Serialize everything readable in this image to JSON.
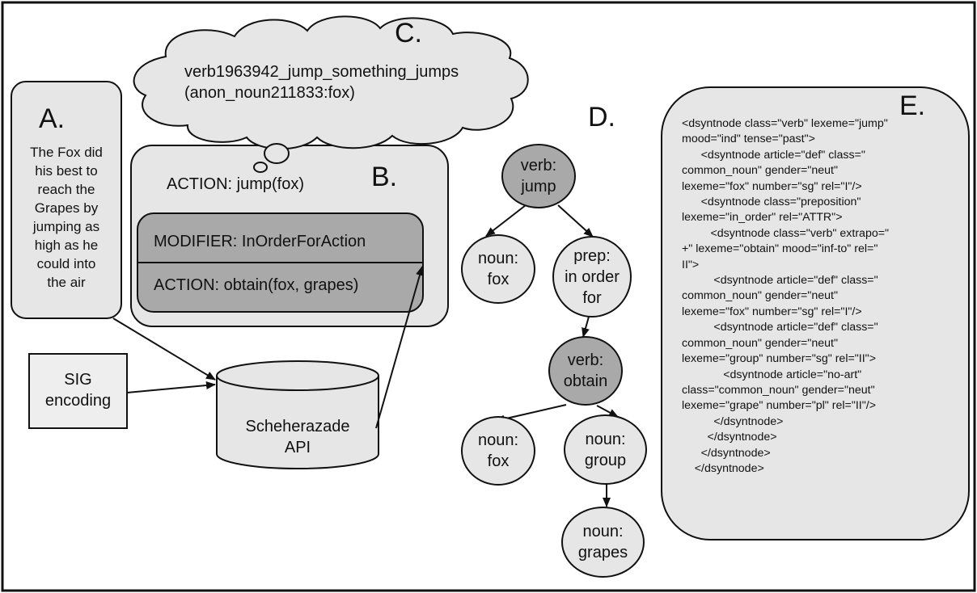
{
  "panel_a": {
    "letter": "A.",
    "text": "The Fox did\nhis best to\nreach the\nGrapes by\njumping as\nhigh as he\ncould into\nthe air"
  },
  "sig_encoding": "SIG\nencoding",
  "api": "Scheherazade\nAPI",
  "panel_b": {
    "letter": "B.",
    "action": "ACTION: jump(fox)",
    "modifier": "MODIFIER: InOrderForAction",
    "sub_action": "ACTION: obtain(fox, grapes)"
  },
  "panel_c": {
    "letter": "C.",
    "line1": "verb1963942_jump_something_jumps",
    "line2": "(anon_noun211833:fox)"
  },
  "panel_d": {
    "letter": "D.",
    "nodes": {
      "verb_jump": "verb:\njump",
      "noun_fox_1": "noun:\nfox",
      "prep": "prep:\nin order\nfor",
      "verb_obtain": "verb:\nobtain",
      "noun_fox_2": "noun:\nfox",
      "noun_group": "noun:\ngroup",
      "noun_grapes": "noun:\ngrapes"
    }
  },
  "panel_e": {
    "letter": "E.",
    "lines": [
      "<dsyntnode class=\"verb\" lexeme=\"jump\"",
      "mood=\"ind\" tense=\"past\">",
      "      <dsyntnode article=\"def\" class=\"",
      "common_noun\" gender=\"neut\"",
      "lexeme=\"fox\" number=\"sg\" rel=\"I\"/>",
      "      <dsyntnode class=\"preposition\"",
      "lexeme=\"in_order\" rel=\"ATTR\">",
      "         <dsyntnode class=\"verb\" extrapo=\"",
      "+\" lexeme=\"obtain\" mood=\"inf-to\" rel=\"",
      "II\">",
      "          <dsyntnode article=\"def\" class=\"",
      "common_noun\" gender=\"neut\"",
      "lexeme=\"fox\" number=\"sg\" rel=\"I\"/>",
      "          <dsyntnode article=\"def\" class=\"",
      "common_noun\" gender=\"neut\"",
      "lexeme=\"group\" number=\"sg\" rel=\"II\">",
      "             <dsyntnode article=\"no-art\"",
      "class=\"common_noun\" gender=\"neut\"",
      "lexeme=\"grape\" number=\"pl\" rel=\"II\"/>",
      "          </dsyntnode>",
      "        </dsyntnode>",
      "      </dsyntnode>",
      "    </dsyntnode>"
    ]
  },
  "colors": {
    "panel_fill": "#e6e6e6",
    "node_dark": "#a9a9a9",
    "stroke": "#111111"
  }
}
